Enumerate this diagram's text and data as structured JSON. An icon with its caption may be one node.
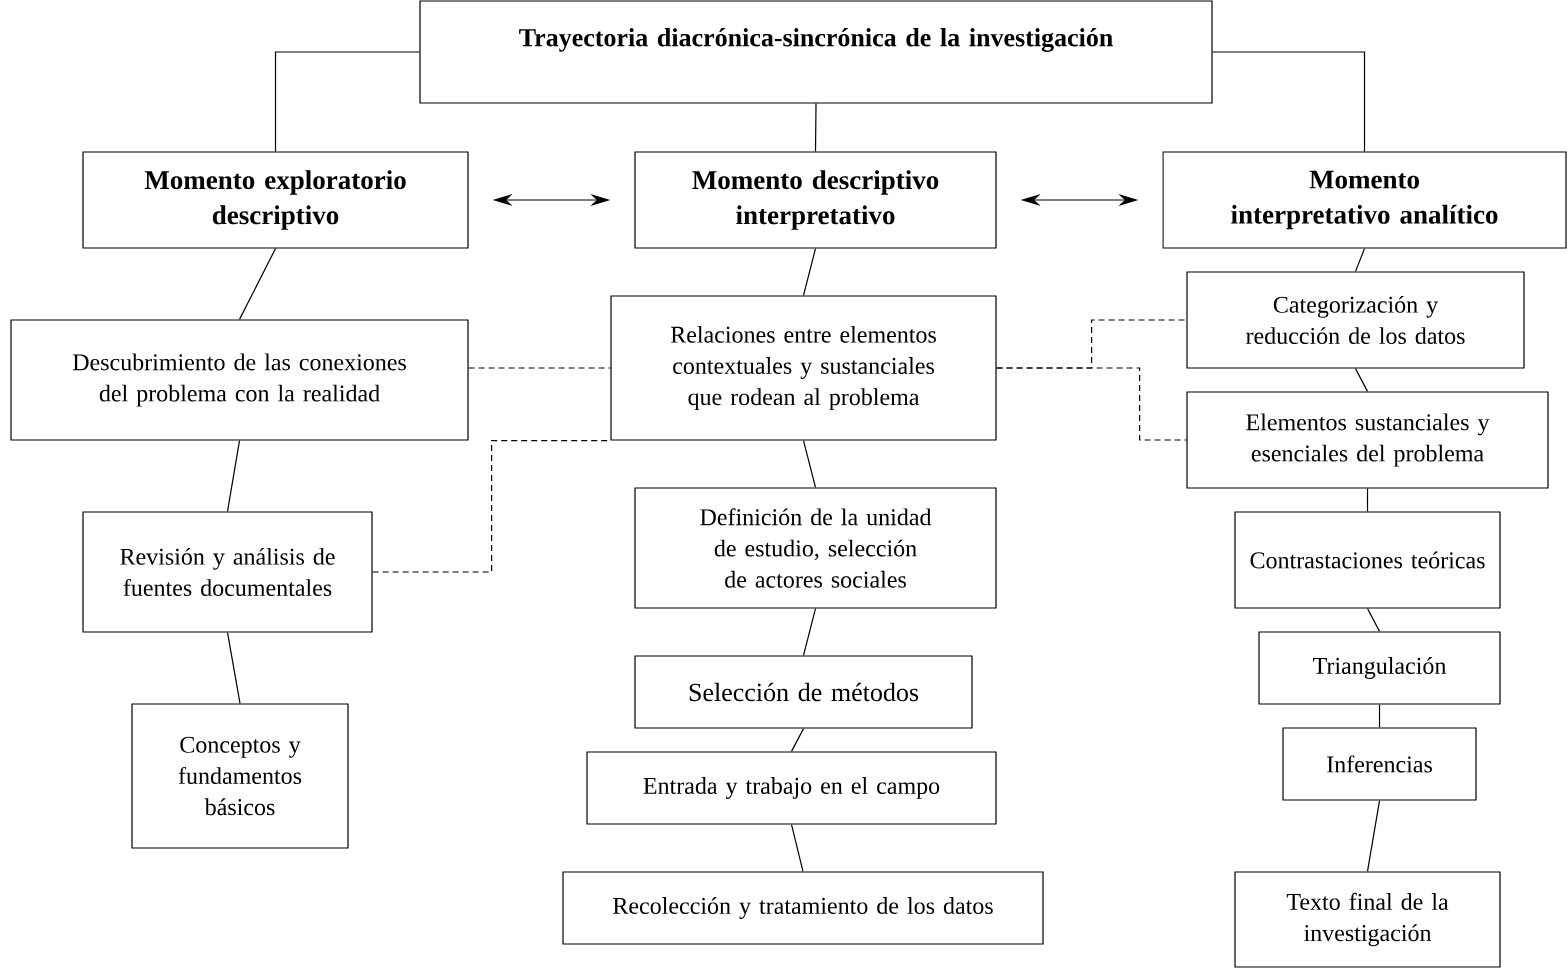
{
  "diagram": {
    "nodes": [
      {
        "text": [
          "Trayectoria diacrónica-sincrónica de la investigación"
        ]
      },
      {
        "text": [
          "Momento exploratorio descriptivo"
        ]
      },
      {
        "text": [
          "Momento descriptivo interpretativo"
        ]
      },
      {
        "text": [
          "Momento interpretativo analítico"
        ]
      },
      {
        "text": [
          "Descubrimiento de las conexiones del problema con la realidad"
        ]
      },
      {
        "text": [
          "Revisión y análisis de fuentes documentales"
        ]
      },
      {
        "text": [
          "Conceptos y fundamentos básicos"
        ]
      },
      {
        "text": [
          "Relaciones entre elementos contextuales y sustanciales que rodean al problema"
        ]
      },
      {
        "text": [
          "Definición de la unidad de estudio, selección de actores sociales"
        ]
      },
      {
        "text": [
          "Selección de métodos"
        ]
      },
      {
        "text": [
          "Entrada y trabajo en el campo"
        ]
      },
      {
        "text": [
          "Recolección y tratamiento de los datos"
        ]
      },
      {
        "text": [
          "Categorización y reducción de los datos"
        ]
      },
      {
        "text": [
          "Elementos sustanciales y esenciales del problema"
        ]
      },
      {
        "text": [
          "Contrastaciones teóricas"
        ]
      },
      {
        "text": [
          "Triangulación"
        ]
      },
      {
        "text": [
          "Inferencias"
        ]
      },
      {
        "text": [
          "Texto final de la investigación"
        ]
      }
    ],
    "edges": [
      {
        "from": 0,
        "to": 1,
        "arrow": "none"
      },
      {
        "from": 0,
        "to": 2,
        "arrow": "none"
      },
      {
        "from": 0,
        "to": 3,
        "arrow": "none"
      },
      {
        "from": 1,
        "to": 2,
        "arrow": "both"
      },
      {
        "from": 2,
        "to": 3,
        "arrow": "both"
      },
      {
        "from": 1,
        "to": 4,
        "arrow": "none"
      },
      {
        "from": 4,
        "to": 5,
        "arrow": "none"
      },
      {
        "from": 5,
        "to": 6,
        "arrow": "none"
      },
      {
        "from": 2,
        "to": 7,
        "arrow": "none"
      },
      {
        "from": 7,
        "to": 8,
        "arrow": "none"
      },
      {
        "from": 8,
        "to": 9,
        "arrow": "none"
      },
      {
        "from": 9,
        "to": 10,
        "arrow": "none"
      },
      {
        "from": 10,
        "to": 11,
        "arrow": "none"
      },
      {
        "from": 3,
        "to": 12,
        "arrow": "none"
      },
      {
        "from": 12,
        "to": 13,
        "arrow": "none"
      },
      {
        "from": 13,
        "to": 14,
        "arrow": "none"
      },
      {
        "from": 14,
        "to": 15,
        "arrow": "none"
      },
      {
        "from": 15,
        "to": 16,
        "arrow": "none"
      },
      {
        "from": 16,
        "to": 17,
        "arrow": "none"
      },
      {
        "from": 4,
        "to": 7,
        "arrow": "none",
        "style": "dashed"
      },
      {
        "from": 5,
        "to": 7,
        "arrow": "none",
        "style": "dashed"
      },
      {
        "from": 7,
        "to": 12,
        "arrow": "none",
        "style": "dashed"
      },
      {
        "from": 7,
        "to": 13,
        "arrow": "none",
        "style": "dashed"
      }
    ]
  }
}
